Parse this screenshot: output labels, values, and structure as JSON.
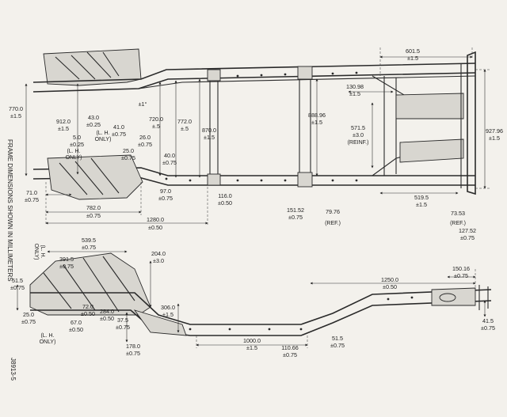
{
  "note": "FRAME DIMENSIONS SHOWN IN MILLIMETERS",
  "figure_id": "J8913-5",
  "top_view": {
    "d_601_5": "601.5",
    "t_601_5": "±1.5",
    "d_130_98": "130.98",
    "t_130_98": "±1.5",
    "d_888_96": "888.96",
    "t_888_96": "±1.5",
    "d_571_5": "571.5",
    "t_571_5": "±3.0",
    "n_reinf": "(REINF.)",
    "d_927_96": "927.96",
    "t_927_96": "±1.5",
    "d_770_0": "770.0",
    "t_770_0": "±1.5",
    "d_912_0": "912.0",
    "t_912_0": "±1.5",
    "d_43_0": "43.0",
    "t_43_0": "±0.25",
    "d_5_0": "5.0",
    "t_5_0": "±0.25",
    "d_41_0": "41.0",
    "t_41_0": "±0.75",
    "d_720_0": "720.0",
    "t_720_0": "±.5",
    "d_772_0": "772.0",
    "t_772_0": "±.5",
    "d_870_0": "870.0",
    "t_870_0": "±1.5",
    "d_26_0": "26.0",
    "t_26_0": "±0.75",
    "d_25_0": "25.0",
    "t_25_0": "±0.75",
    "d_40_0": "40.0",
    "t_40_0": "±0.75",
    "d_97_0": "97.0",
    "t_97_0": "±0.75",
    "d_116_0": "116.0",
    "t_116_0": "±0.50",
    "d_71_0": "71.0",
    "t_71_0": "±0.75",
    "d_782_0": "782.0",
    "t_782_0": "±0.75",
    "d_1280_0": "1280.0",
    "t_1280_0": "±0.50",
    "d_151_52": "151.52",
    "t_151_52": "±0.75",
    "d_79_76": "79.76",
    "n_ref1": "(REF.)",
    "d_519_5": "519.5",
    "t_519_5": "±1.5",
    "d_73_53": "73.53",
    "n_ref2": "(REF.)",
    "d_127_52": "127.52",
    "t_127_52": "±0.75",
    "angle": "±1°",
    "lh_only_1": "(L. H.",
    "lh_only_1b": "ONLY)",
    "lh_only_2": "(L. H.",
    "lh_only_2b": "ONLY)"
  },
  "side_view": {
    "d_539_5": "539.5",
    "t_539_5": "±0.75",
    "lh_only_3": "(L. H.",
    "lh_only_3b": "ONLY)",
    "d_391_5": "391.5",
    "t_391_5": "±0.75",
    "d_204_0": "204.0",
    "t_204_0": "±3.0",
    "d_51_5a": "51.5",
    "t_51_5a": "±0.75",
    "d_1250_0": "1250.0",
    "t_1250_0": "±0.50",
    "d_150_16": "150.16",
    "t_150_16": "±0.75",
    "d_72_0": "72.0",
    "t_72_0": "±0.50",
    "d_284_0": "284.0",
    "t_284_0": "±0.50",
    "d_306_0": "306.0",
    "t_306_0": "±1.5",
    "d_37_5": "37.5",
    "t_37_5": "±0.75",
    "d_25_0b": "25.0",
    "t_25_0b": "±0.75",
    "d_67_0": "67.0",
    "t_67_0": "±0.50",
    "lh_only_4": "(L. H.",
    "lh_only_4b": "ONLY)",
    "d_178_0": "178.0",
    "t_178_0": "±0.75",
    "d_1000_0": "1000.0",
    "t_1000_0": "±1.5",
    "d_110_66": "110.66",
    "t_110_66": "±0.75",
    "d_51_5b": "51.5",
    "t_51_5b": "±0.75",
    "d_41_5": "41.5",
    "t_41_5": "±0.75"
  }
}
